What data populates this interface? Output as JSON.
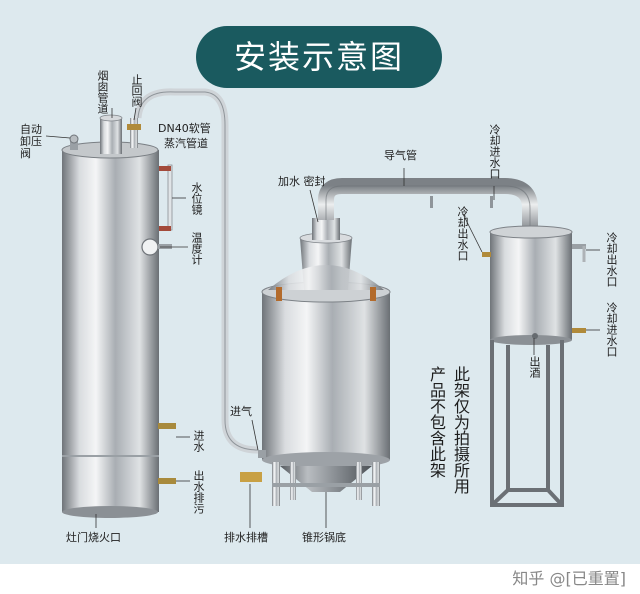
{
  "title": "安装示意图",
  "labels": {
    "auto_release_valve": "自动卸压阀",
    "chimney_pipe": "烟囱管道",
    "check_valve": "止回阀",
    "dn40_hose": "DN40软管",
    "steam_pipe": "蒸汽管道",
    "water_level_gauge": "水位镜",
    "thermometer": "温度计",
    "water_inlet": "进水",
    "water_outlet_drain": "出水排污",
    "stove_door": "灶门烧火口",
    "steam_inlet": "进气",
    "drain_tank": "排水排槽",
    "cone_bottom": "锥形锅底",
    "add_water_seal": "加水 密封",
    "gas_pipe": "导气管",
    "cool_in_top": "冷却进水口",
    "cool_out_mid": "冷却出水口",
    "cool_out_right": "冷却出水口",
    "cool_in_right": "冷却进水口",
    "liquor_out": "出酒"
  },
  "disclaimer": {
    "line1": "此架仅为拍摄所用",
    "line2": "产品不包含此架"
  },
  "watermark": "知乎 @[已重置]",
  "colors": {
    "background": "#dde9ee",
    "banner": "#1a5a5f",
    "steel": "#b7bcc0"
  }
}
